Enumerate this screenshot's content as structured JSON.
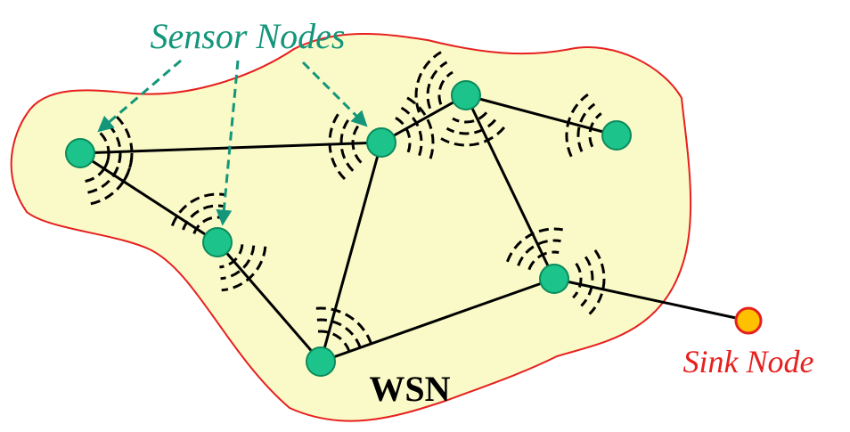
{
  "labels": {
    "sensor_nodes": "Sensor Nodes",
    "sink_node": "Sink Node",
    "network": "WSN"
  },
  "colors": {
    "region_fill": "#fafac8",
    "region_stroke": "#e6201e",
    "sensor_fill": "#1cc48c",
    "sensor_stroke": "#0d8a5c",
    "sink_fill": "#ffc000",
    "sink_stroke": "#e6201e",
    "link": "#000000",
    "wave": "#000000",
    "sensor_label": "#14967a",
    "sink_label": "#e6201e",
    "pointer_arrow": "#14967a"
  }
}
